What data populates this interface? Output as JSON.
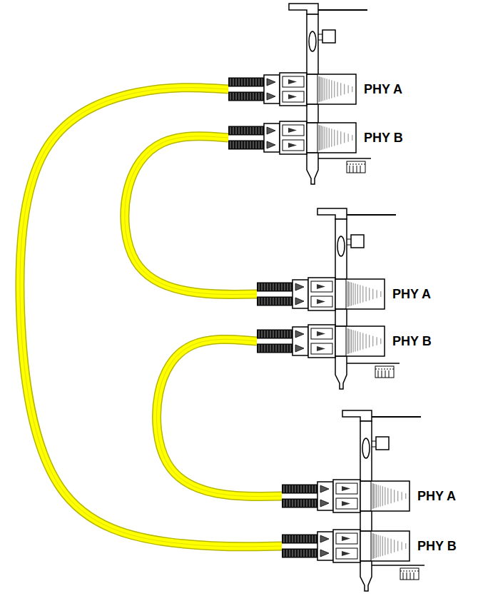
{
  "diagram": {
    "nodes": [
      {
        "text": [
          "PHY A"
        ]
      },
      {
        "text": [
          "PHY B"
        ]
      },
      {
        "text": [
          "PHY A"
        ]
      },
      {
        "text": [
          "PHY B"
        ]
      },
      {
        "text": [
          "PHY A"
        ]
      },
      {
        "text": [
          "PHY B"
        ]
      }
    ],
    "edges": [
      {
        "from": 0,
        "to": 5,
        "arrow": "none"
      },
      {
        "from": 1,
        "to": 2,
        "arrow": "none"
      },
      {
        "from": 3,
        "to": 4,
        "arrow": "none"
      }
    ]
  }
}
